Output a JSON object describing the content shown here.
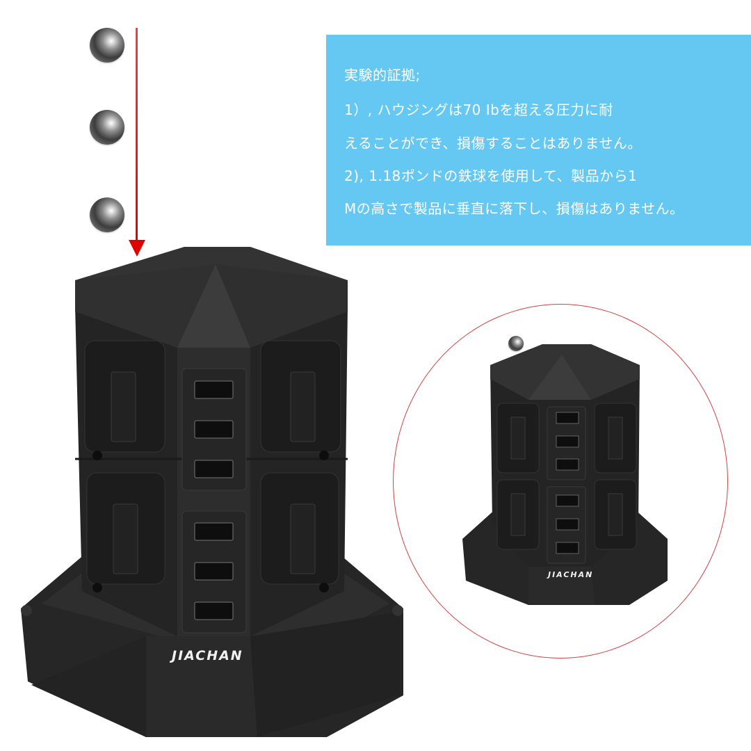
{
  "info_panel": {
    "background_color": "#65c8f3",
    "text_color": "#ffffff",
    "lines": [
      "実験的証拠;",
      "1）, ハウジングは70 Ibを超える圧力に耐",
      "えることができ、損傷することはありません。",
      "2), 1.18ポンドの鉄球を使用して、製品から1",
      "Mの高さで製品に垂直に落下し、損傷はありません。"
    ]
  },
  "product": {
    "brand": "JIACHAN",
    "body_color": "#2b2b2b",
    "usb_ports_per_tier": 3,
    "tiers": 2,
    "ac_outlets_visible": 4
  },
  "drop_test": {
    "ball_count": 3,
    "arrow_color": "#e00000"
  },
  "inset": {
    "circle_color": "#d44040",
    "brand": "JIACHAN"
  }
}
